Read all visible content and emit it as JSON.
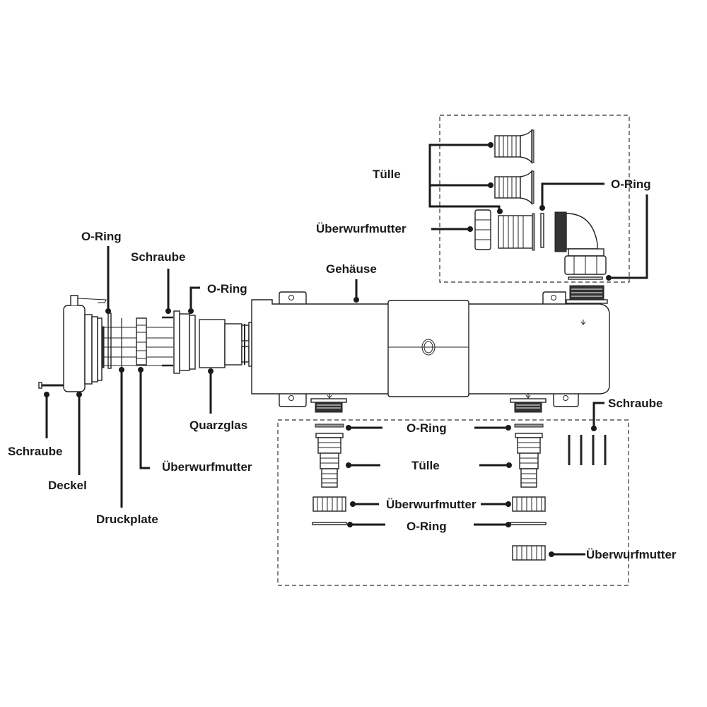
{
  "diagram": {
    "title": "UV-C Klärer Explosionszeichnung",
    "left_assembly": {
      "o_ring_top": "O-Ring",
      "schraube_top": "Schraube",
      "o_ring_right": "O-Ring",
      "quarzglas": "Quarzglas",
      "schraube_bottom": "Schraube",
      "deckel": "Deckel",
      "druckplate": "Druckplate",
      "ueberwurfmutter": "Überwurfmutter"
    },
    "housing": {
      "gehaeuse": "Gehäuse"
    },
    "top_right_box": {
      "tuelle": "Tülle",
      "ueberwurfmutter": "Überwurfmutter",
      "o_ring": "O-Ring"
    },
    "bottom_box": {
      "schraube": "Schraube",
      "o_ring_top": "O-Ring",
      "tuelle": "Tülle",
      "ueberwurfmutter_mid": "Überwurfmutter",
      "o_ring_bottom": "O-Ring",
      "ueberwurfmutter_extra": "Überwurfmutter"
    }
  }
}
